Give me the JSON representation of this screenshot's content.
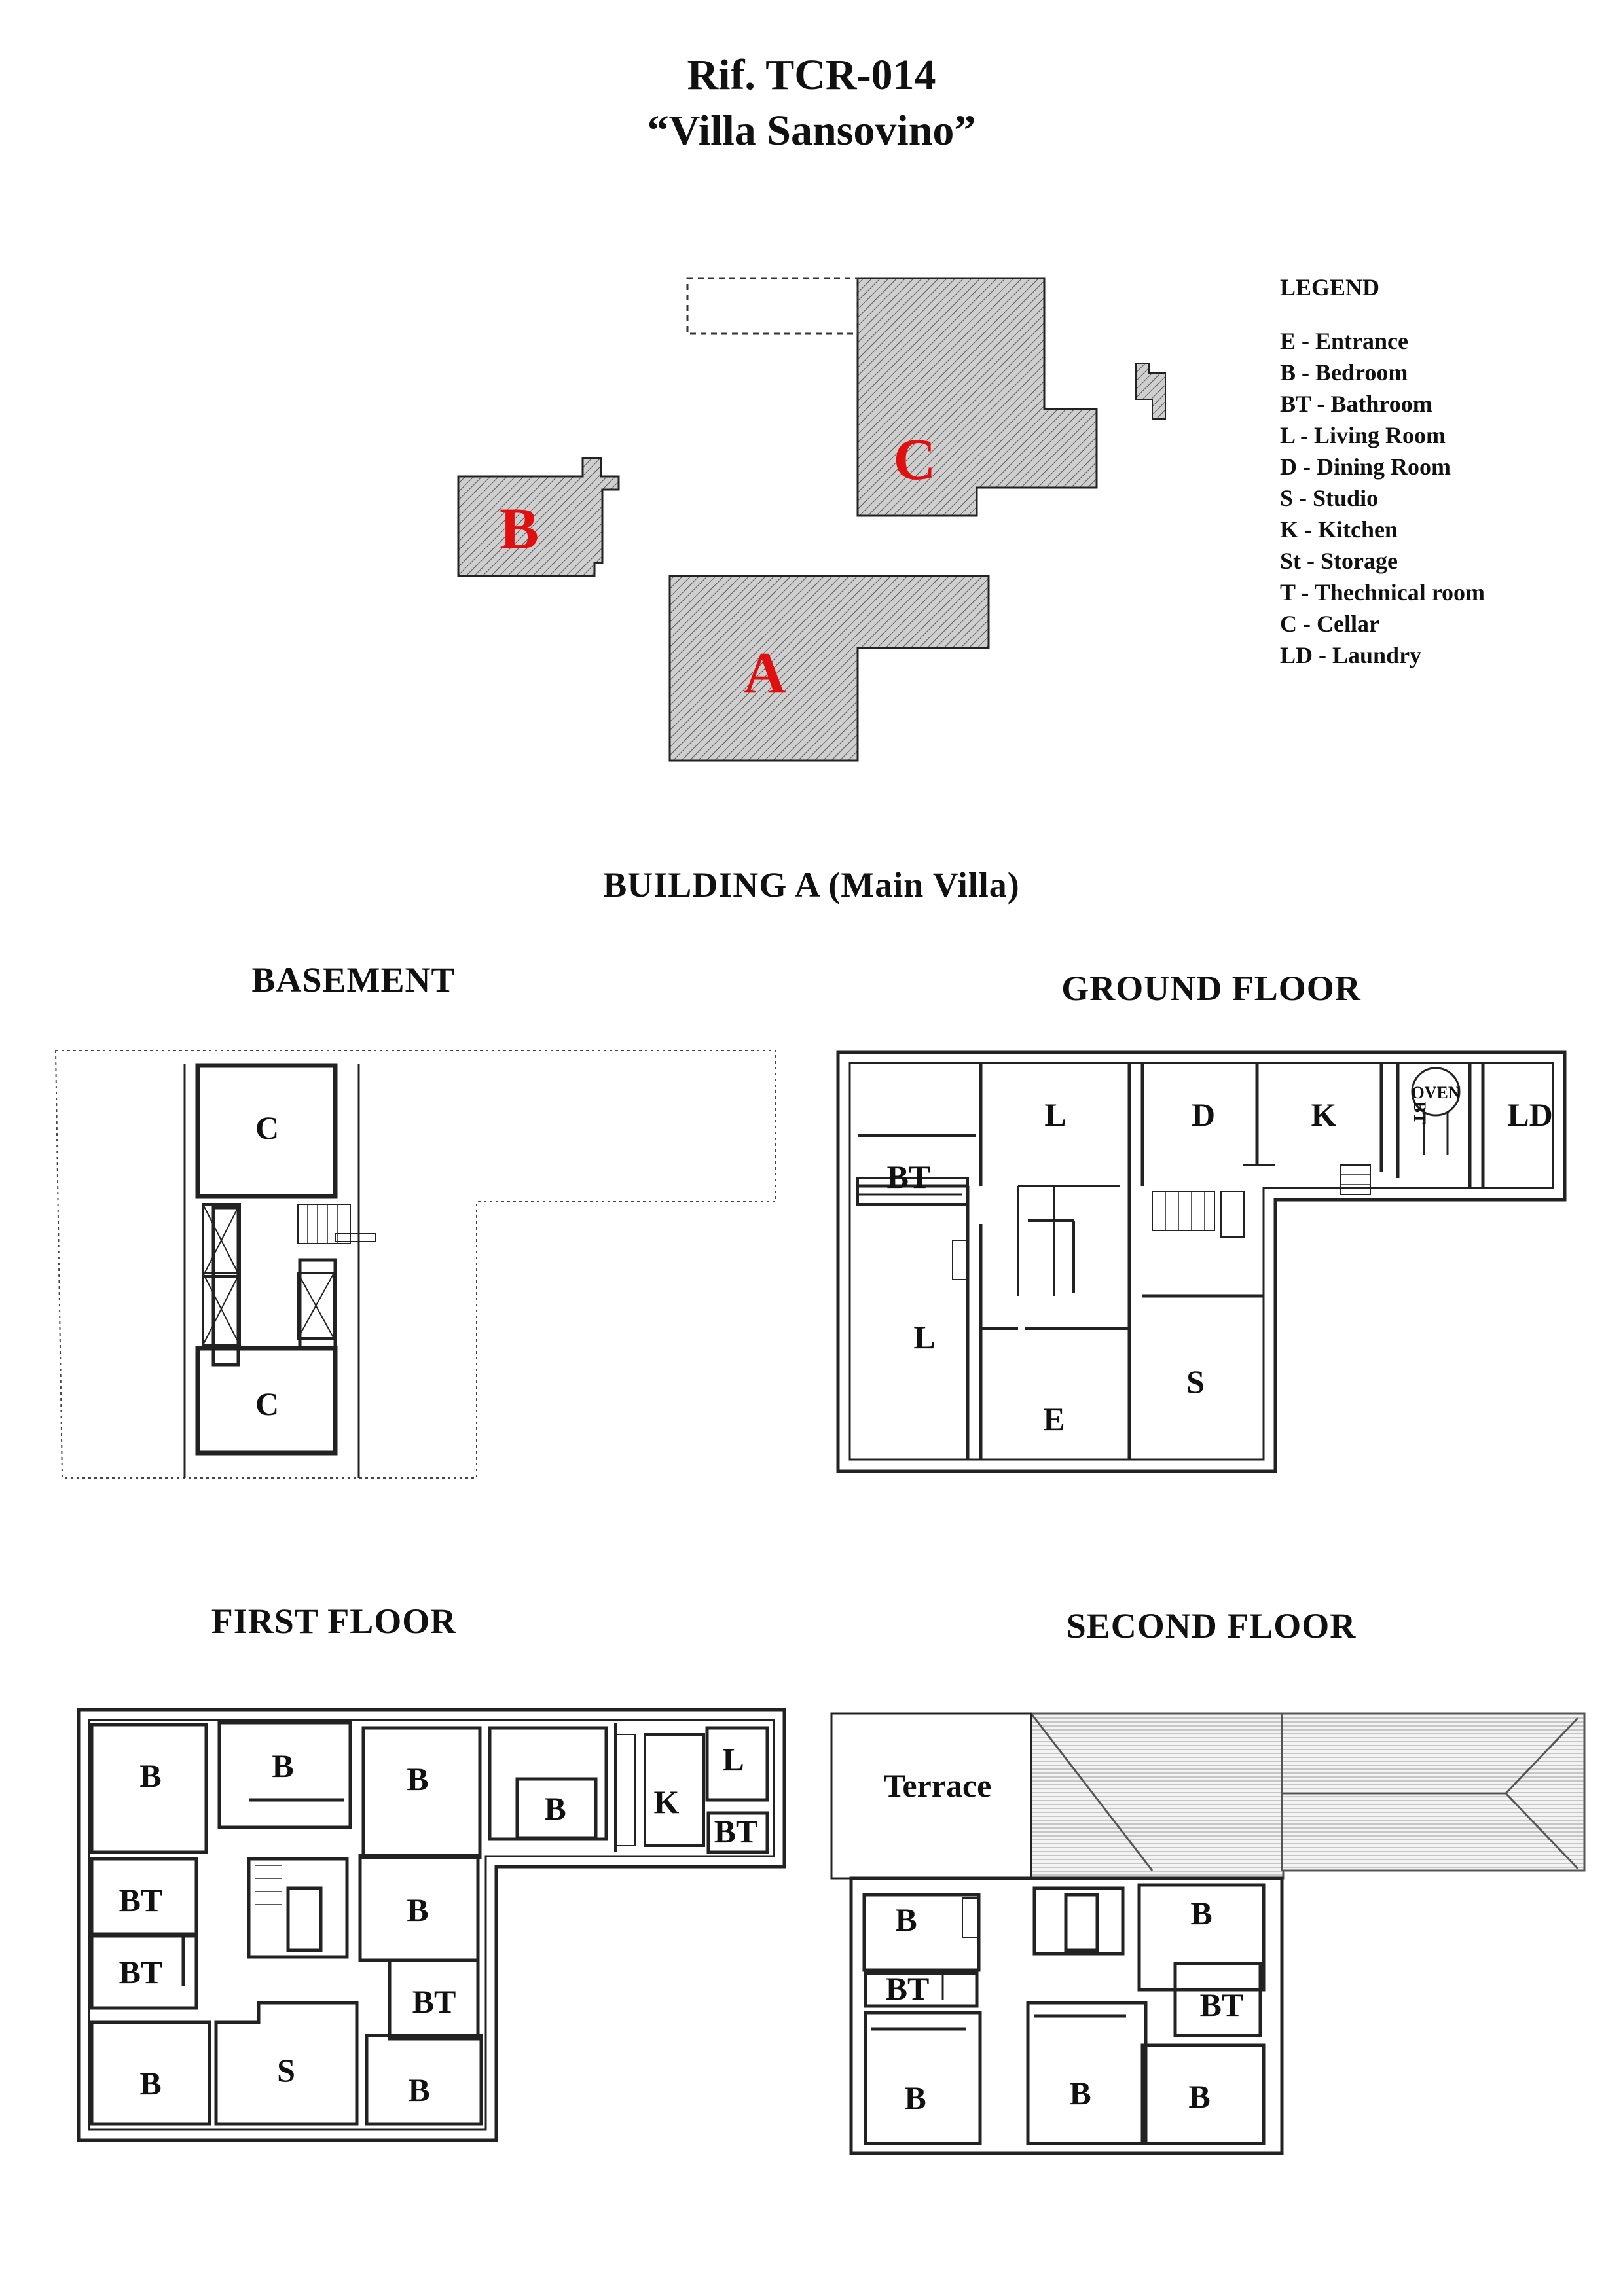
{
  "header": {
    "ref": "Rif. TCR-014",
    "villa_name": "“Villa Sansovino”"
  },
  "site_plan": {
    "buildings": [
      {
        "label": "A",
        "color": "#e01010"
      },
      {
        "label": "B",
        "color": "#e01010"
      },
      {
        "label": "C",
        "color": "#e01010"
      }
    ]
  },
  "legend": {
    "title": "LEGEND",
    "items": [
      "E - Entrance",
      "B - Bedroom",
      "BT - Bathroom",
      "L - Living Room",
      "D - Dining Room",
      "S - Studio",
      "K - Kitchen",
      "St - Storage",
      "T - Thechnical room",
      "C - Cellar",
      "LD - Laundry"
    ]
  },
  "building_a": {
    "title": "BUILDING A (Main Villa)"
  },
  "floors": {
    "basement": {
      "title": "BASEMENT",
      "rooms": [
        "C",
        "C"
      ]
    },
    "ground": {
      "title": "GROUND FLOOR",
      "rooms": [
        "L",
        "D",
        "K",
        "BT",
        "OVEN",
        "LD",
        "BT",
        "L",
        "S",
        "E"
      ]
    },
    "first": {
      "title": "FIRST FLOOR",
      "rooms": [
        "B",
        "B",
        "B",
        "B",
        "K",
        "L",
        "BT",
        "BT",
        "BT",
        "B",
        "BT",
        "B",
        "S",
        "B"
      ]
    },
    "second": {
      "title": "SECOND FLOOR",
      "rooms": [
        "Terrace",
        "B",
        "B",
        "BT",
        "BT",
        "B",
        "B",
        "B"
      ]
    }
  }
}
